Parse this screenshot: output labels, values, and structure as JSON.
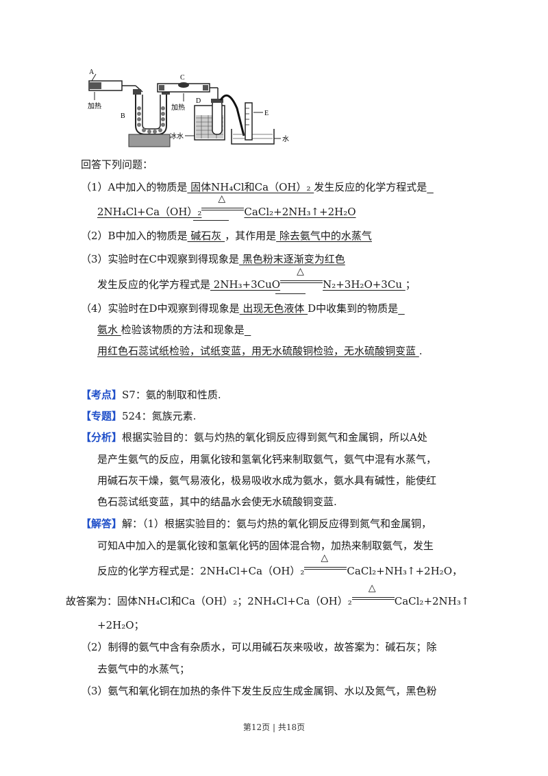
{
  "diagram": {
    "label_a": "A",
    "label_b": "B",
    "label_c": "C",
    "label_d": "D",
    "label_e": "E",
    "heat_label_1": "加热",
    "heat_label_2": "加热",
    "ice_water": "冰水",
    "water": "水"
  },
  "intro": "回答下列问题：",
  "q1": {
    "prefix": "（1）A中加入的物质是",
    "answer1": "  固体NH₄Cl和Ca（OH）₂  ",
    "mid": "发生反应的化学方程式是",
    "eq_left": "2NH₄Cl+Ca（OH）₂",
    "eq_right": "CaCl₂+2NH₃↑+2H₂O"
  },
  "q2": {
    "prefix": "（2）B中加入的物质是",
    "answer1": "    碱石灰  ",
    "mid": "，其作用是",
    "answer2": "  除去氨气中的水蒸气  "
  },
  "q3": {
    "prefix": "（3）实验时在C中观察到得现象是",
    "answer1": "  黑色粉末逐渐变为红色  ",
    "eq_prefix": "发生反应的化学方程式是",
    "eq_left": "  2NH₃+3CuO",
    "eq_right": "N₂+3H₂O+3Cu   ",
    "eq_end": "；"
  },
  "q4": {
    "prefix": "（4）实验时在D中观察到得现象是",
    "answer1": "  出现无色液体  ",
    "mid": "D中收集到的物质是",
    "answer2": "氨水   ",
    "mid2": "检验该物质的方法和现象是",
    "answer3": "用红色石蕊试纸检验，试纸变蓝，用无水硫酸铜检验，无水硫酸铜变蓝    ",
    "end": "."
  },
  "kaodian": {
    "tag": "【考点】",
    "text": "S7：氨的制取和性质."
  },
  "zhuanti": {
    "tag": "【专题】",
    "text": "524：氮族元素."
  },
  "fenxi": {
    "tag": "【分析】",
    "lines": [
      "根据实验目的：氨与灼热的氧化铜反应得到氮气和金属铜，所以A处",
      "是产生氨气的反应，用氯化铵和氢氧化钙来制取氨气，氨气中混有水蒸气，",
      "用碱石灰干燥，氨气易液化，极易吸收水成为氨水，氨水具有碱性，能使红",
      "色石蕊试纸变蓝，其中的结晶水会使无水硫酸铜变蓝."
    ]
  },
  "jieda": {
    "tag": "【解答】",
    "line1": "解：（1）根据实验目的：氨与灼热的氧化铜反应得到氮气和金属铜，",
    "line2": "可知A中加入的是氯化铵和氢氧化钙的固体混合物，加热来制取氨气，发生",
    "line3_prefix": "反应的化学方程式是：2NH₄Cl+Ca（OH）₂",
    "line3_right": "CaCl₂+NH₃↑+2H₂O，",
    "line4_prefix": "故答案为：固体NH₄Cl和Ca（OH）₂；2NH₄Cl+Ca（OH）₂",
    "line4_right": "CaCl₂+2NH₃↑",
    "line5": "+2H₂O；",
    "line6": "（2）制得的氨气中含有杂质水，可以用碱石灰来吸收，故答案为：碱石灰；除",
    "line7": "去氨气中的水蒸气；",
    "line8": "（3）氨气和氧化铜在加热的条件下发生反应生成金属铜、水以及氮气，黑色粉"
  },
  "footer": "第12页 | 共18页"
}
